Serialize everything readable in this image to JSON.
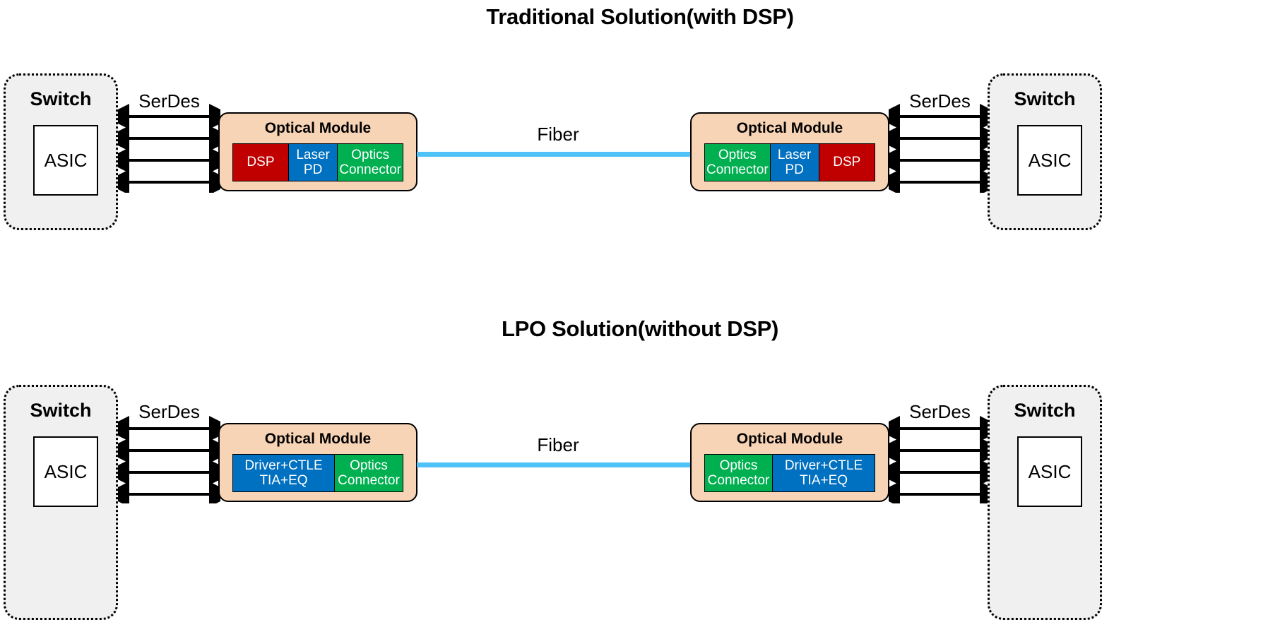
{
  "colors": {
    "dsp": "#C00000",
    "laser_pd": "#0070C0",
    "optics_connector": "#00B050",
    "driver_ctle": "#0070C0",
    "module_bg": "#F8D4B6",
    "switch_bg": "#F0F0F0",
    "fiber": "#4FC3F7",
    "border": "#000000"
  },
  "sections": [
    {
      "id": "traditional",
      "title": "Traditional Solution(with DSP)",
      "left_switch": {
        "title": "Switch",
        "asic": "ASIC"
      },
      "right_switch": {
        "title": "Switch",
        "asic": "ASIC"
      },
      "left_serdes": {
        "label": "SerDes",
        "lanes": 4
      },
      "right_serdes": {
        "label": "SerDes",
        "lanes": 4
      },
      "left_module": {
        "title": "Optical Module",
        "cells": [
          {
            "label": "DSP",
            "color_key": "dsp"
          },
          {
            "label": "Laser\nPD",
            "color_key": "laser_pd"
          },
          {
            "label": "Optics\nConnector",
            "color_key": "optics_connector"
          }
        ]
      },
      "right_module": {
        "title": "Optical Module",
        "cells": [
          {
            "label": "Optics\nConnector",
            "color_key": "optics_connector"
          },
          {
            "label": "Laser\nPD",
            "color_key": "laser_pd"
          },
          {
            "label": "DSP",
            "color_key": "dsp"
          }
        ]
      },
      "fiber": {
        "label": "Fiber"
      }
    },
    {
      "id": "lpo",
      "title": "LPO Solution(without DSP)",
      "left_switch": {
        "title": "Switch",
        "asic": "ASIC"
      },
      "right_switch": {
        "title": "Switch",
        "asic": "ASIC"
      },
      "left_serdes": {
        "label": "SerDes",
        "lanes": 4
      },
      "right_serdes": {
        "label": "SerDes",
        "lanes": 4
      },
      "left_module": {
        "title": "Optical Module",
        "cells": [
          {
            "label": "Driver+CTLE\nTIA+EQ",
            "color_key": "driver_ctle"
          },
          {
            "label": "Optics\nConnector",
            "color_key": "optics_connector"
          }
        ]
      },
      "right_module": {
        "title": "Optical Module",
        "cells": [
          {
            "label": "Optics\nConnector",
            "color_key": "optics_connector"
          },
          {
            "label": "Driver+CTLE\nTIA+EQ",
            "color_key": "driver_ctle"
          }
        ]
      },
      "fiber": {
        "label": "Fiber"
      }
    }
  ]
}
